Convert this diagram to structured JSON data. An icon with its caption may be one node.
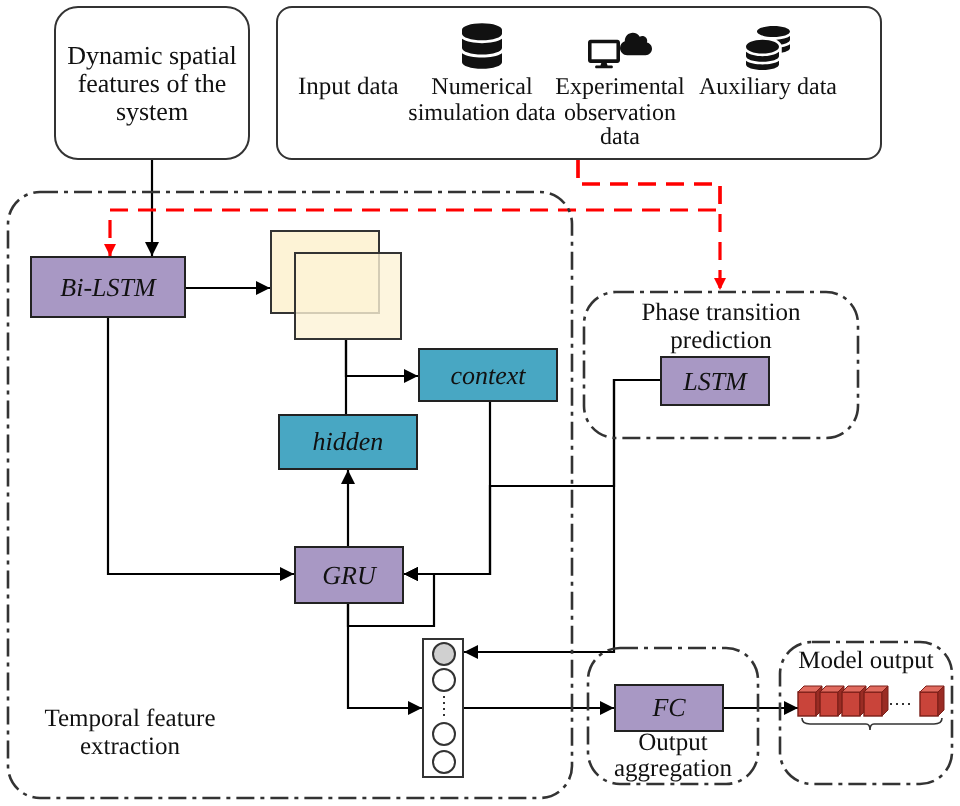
{
  "diagram": {
    "nodes": [
      {
        "text": [
          "Dynamic spatial features of the system"
        ]
      },
      {
        "text": [
          "Input data",
          "Numerical simulation data",
          "Experimental observation data",
          "Auxiliary data"
        ]
      },
      {
        "text": [
          "Temporal feature extraction"
        ]
      },
      {
        "text": [
          "Bi-LSTM"
        ],
        "in": 2
      },
      {
        "text": [],
        "shape": "box",
        "in": 2
      },
      {
        "text": [
          "context"
        ],
        "in": 2
      },
      {
        "text": [
          "hidden"
        ],
        "in": 2
      },
      {
        "text": [
          "GRU"
        ],
        "in": 2
      },
      {
        "text": [],
        "shape": "bar",
        "in": 2
      },
      {
        "text": [
          "Phase transition prediction"
        ]
      },
      {
        "text": [
          "LSTM"
        ],
        "in": 9
      },
      {
        "text": [
          "Output aggregation"
        ]
      },
      {
        "text": [
          "FC"
        ],
        "in": 11
      },
      {
        "text": [
          "Model output"
        ]
      },
      {
        "text": [],
        "shape": "bar",
        "in": 13
      }
    ],
    "edges": [
      {
        "from": 0,
        "to": 3,
        "arrow": "to"
      },
      {
        "from": 1,
        "to": 3,
        "arrow": "to",
        "style": "dashed",
        "color": "#ff0000"
      },
      {
        "from": 1,
        "to": 9,
        "arrow": "to",
        "style": "dashed",
        "color": "#ff0000"
      },
      {
        "from": 3,
        "to": 4,
        "arrow": "to"
      },
      {
        "from": 4,
        "to": 5,
        "arrow": "to"
      },
      {
        "from": 6,
        "to": 4,
        "arrow": "none"
      },
      {
        "from": 7,
        "to": 6,
        "arrow": "to"
      },
      {
        "from": 3,
        "to": 7,
        "arrow": "to"
      },
      {
        "from": 5,
        "to": 7,
        "arrow": "to"
      },
      {
        "from": 10,
        "to": 7,
        "arrow": "to"
      },
      {
        "from": 10,
        "to": 8,
        "arrow": "to"
      },
      {
        "from": 7,
        "to": 8,
        "arrow": "to"
      },
      {
        "from": 7,
        "to": 7,
        "arrow": "to"
      },
      {
        "from": 8,
        "to": 12,
        "arrow": "to"
      },
      {
        "from": 12,
        "to": 14,
        "arrow": "to"
      }
    ]
  }
}
